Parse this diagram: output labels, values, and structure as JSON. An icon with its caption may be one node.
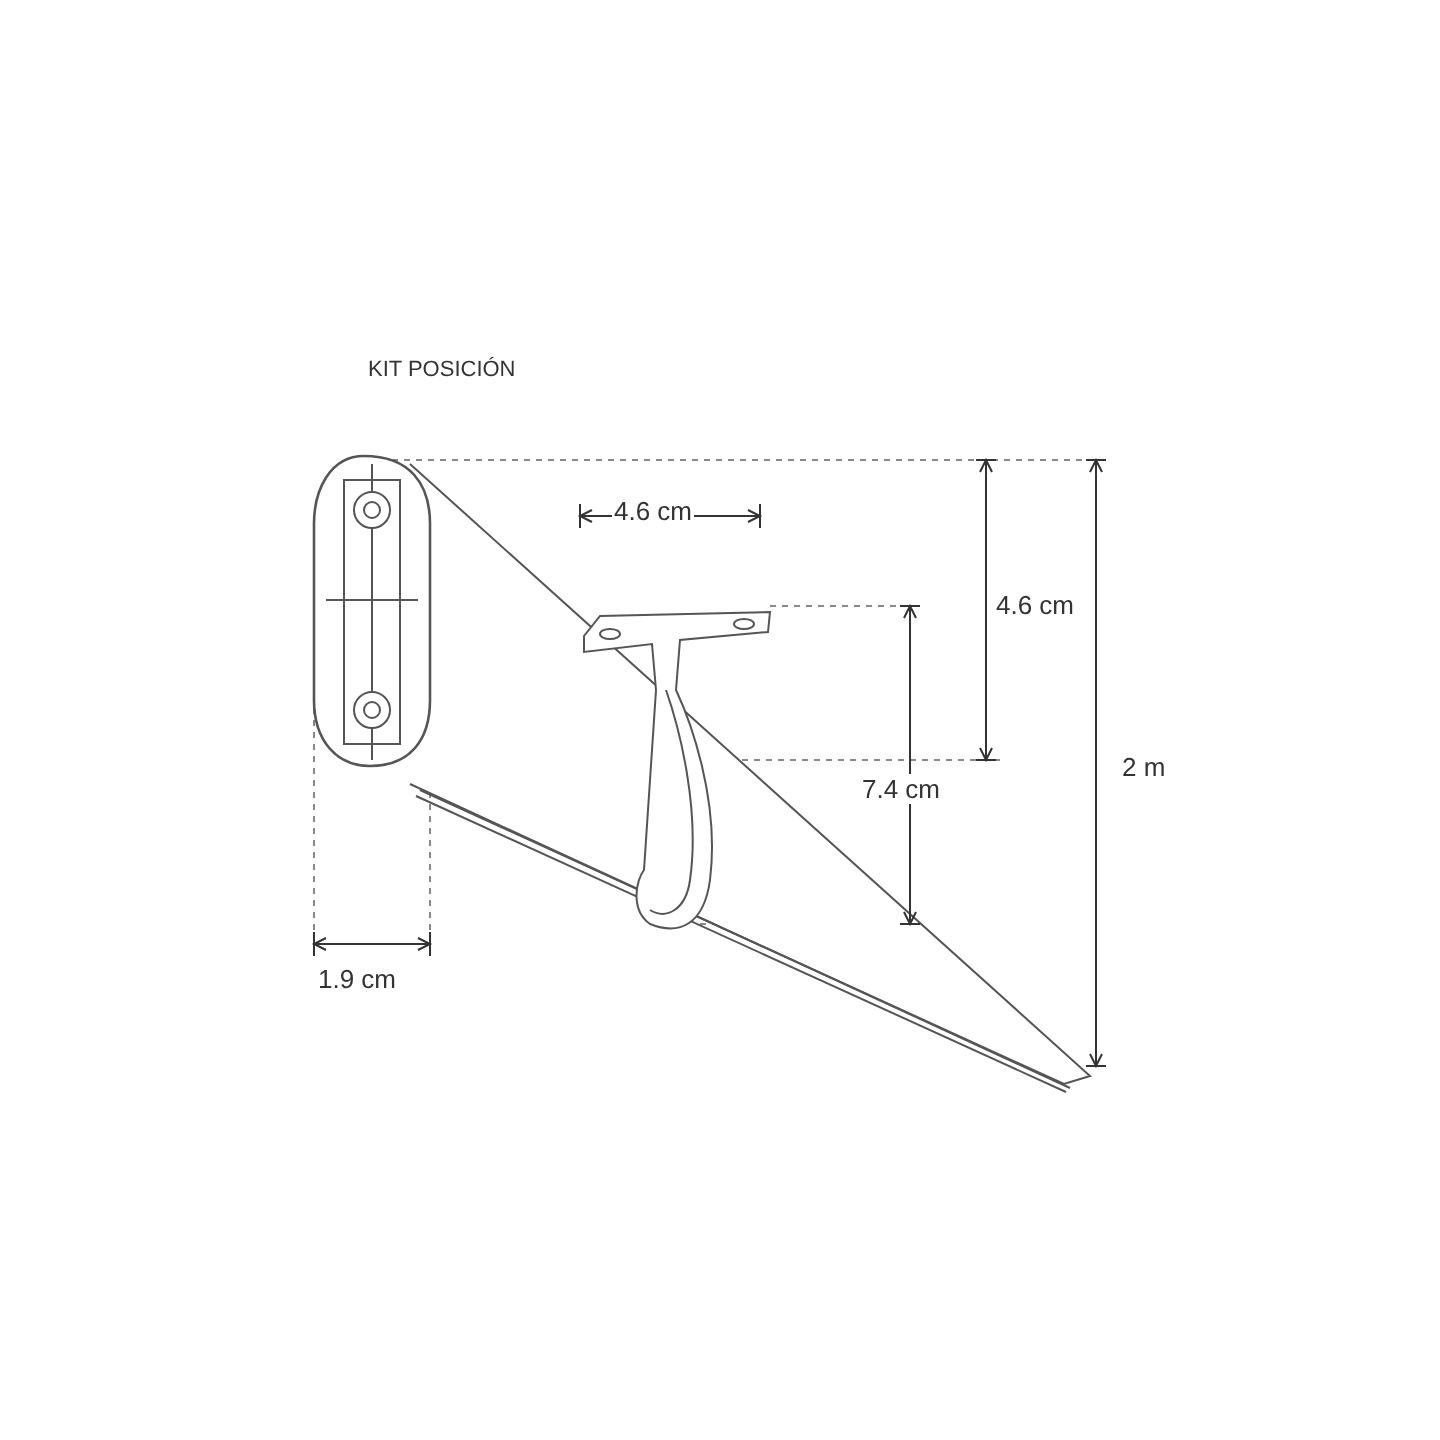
{
  "diagram": {
    "title": "KIT POSICIÓN",
    "labels": [
      "4.6 cm",
      "4.6 cm",
      "7.4 cm",
      "2 m",
      "1.9 cm"
    ]
  }
}
